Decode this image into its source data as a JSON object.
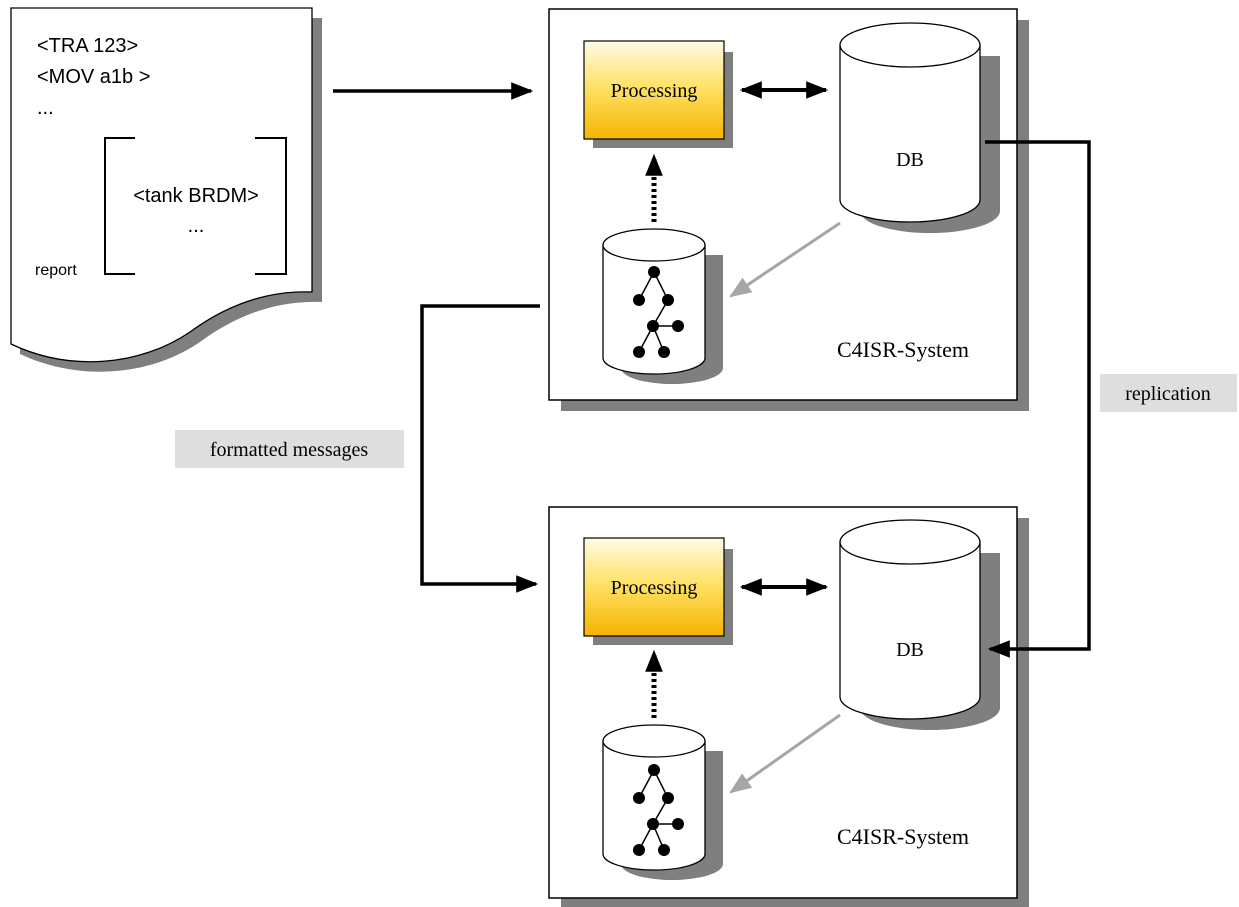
{
  "report": {
    "lines": [
      "<TRA 123>",
      "<MOV a1b >",
      "..."
    ],
    "inner_lines": [
      "<tank BRDM>",
      "..."
    ],
    "label": "report"
  },
  "systems": [
    {
      "processing_label": "Processing",
      "db_label": "DB",
      "system_label": "C4ISR-System"
    },
    {
      "processing_label": "Processing",
      "db_label": "DB",
      "system_label": "C4ISR-System"
    }
  ],
  "labels": {
    "formatted_messages": "formatted messages",
    "replication": "replication"
  },
  "colors": {
    "processing_top": "#fffbe6",
    "processing_bottom": "#f5b400",
    "shadow": "#7f7f7f",
    "label_bg": "#dedede",
    "derive_arrow": "#a6a6a6"
  }
}
